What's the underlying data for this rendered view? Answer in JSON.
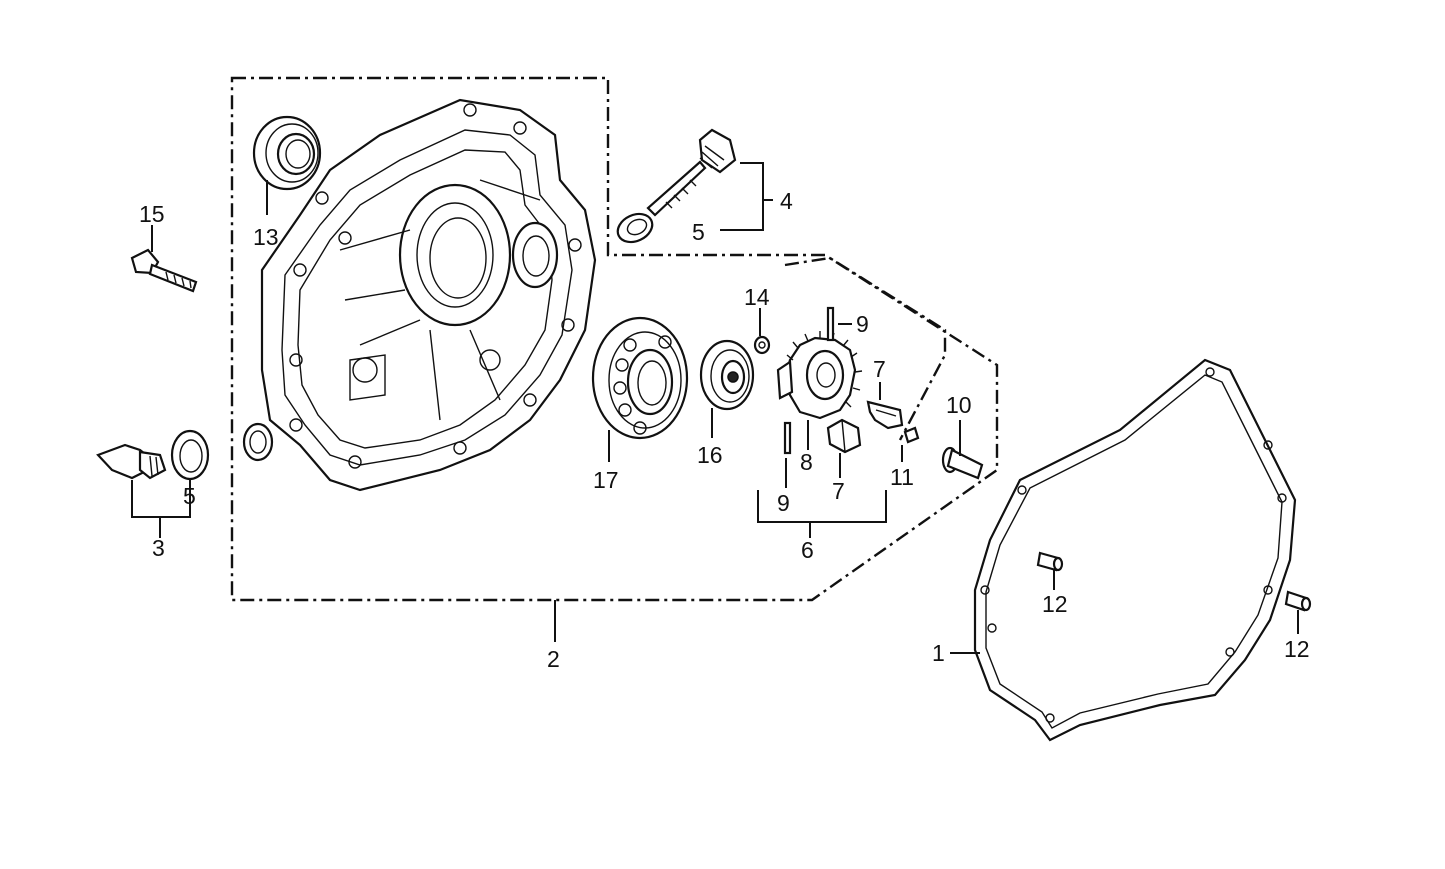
{
  "callouts": {
    "c1": "1",
    "c2": "2",
    "c3": "3",
    "c4": "4",
    "c5a": "5",
    "c5b": "5",
    "c6": "6",
    "c7a": "7",
    "c7b": "7",
    "c8": "8",
    "c9a": "9",
    "c9b": "9",
    "c10": "10",
    "c11": "11",
    "c12a": "12",
    "c12b": "12",
    "c13": "13",
    "c14": "14",
    "c15": "15",
    "c16": "16",
    "c17": "17"
  }
}
